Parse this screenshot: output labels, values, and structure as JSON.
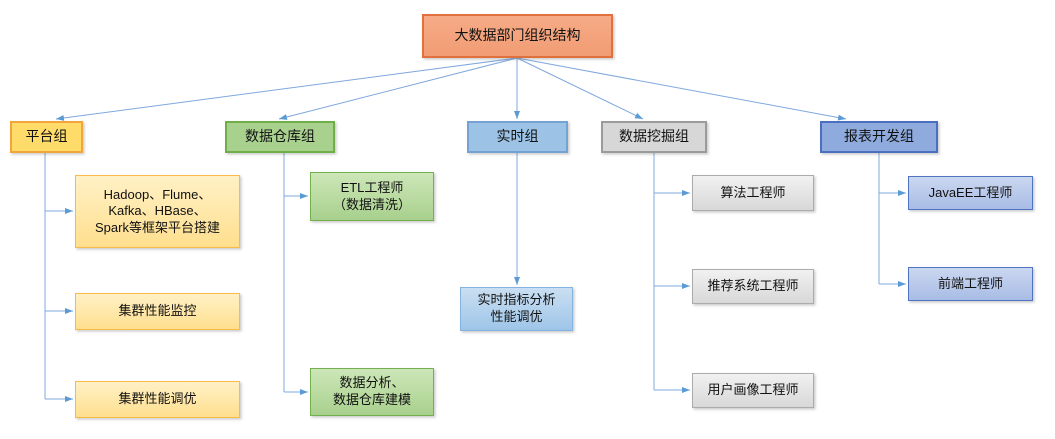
{
  "diagram": {
    "type": "org-chart",
    "title": "大数据部门组织结构",
    "root": {
      "label": "大数据部门组织结构"
    },
    "groups": [
      {
        "label": "平台组",
        "children": [
          "Hadoop、Flume、\nKafka、HBase、\nSpark等框架平台搭建",
          "集群性能监控",
          "集群性能调优"
        ]
      },
      {
        "label": "数据仓库组",
        "children": [
          "ETL工程师\n（数据清洗）",
          "数据分析、\n数据仓库建模"
        ]
      },
      {
        "label": "实时组",
        "children": [
          "实时指标分析\n性能调优"
        ]
      },
      {
        "label": "数据挖掘组",
        "children": [
          "算法工程师",
          "推荐系统工程师",
          "用户画像工程师"
        ]
      },
      {
        "label": "报表开发组",
        "children": [
          "JavaEE工程师",
          "前端工程师"
        ]
      }
    ],
    "colors": {
      "root_fill": "#F3A17C",
      "root_border": "#E0703C",
      "platform_fill": "#FFDB69",
      "platform_border": "#F1A53B",
      "warehouse_fill": "#A9D18E",
      "warehouse_border": "#6FAE49",
      "realtime_fill": "#9CC3E5",
      "realtime_border": "#74A3D3",
      "mining_fill": "#D7D7D7",
      "mining_border": "#9B9B9B",
      "report_fill": "#8FAADC",
      "report_border": "#4A6FBE",
      "connector": "#7FA8DC",
      "arrowhead": "#5B9BD5"
    }
  }
}
